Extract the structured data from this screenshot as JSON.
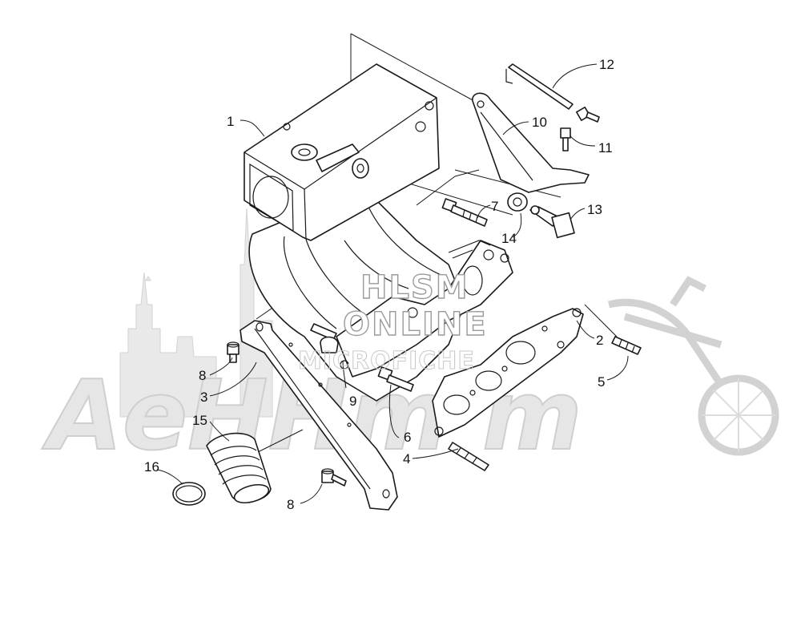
{
  "diagram": {
    "callouts": [
      {
        "id": "1",
        "label": "1"
      },
      {
        "id": "2",
        "label": "2"
      },
      {
        "id": "3",
        "label": "3"
      },
      {
        "id": "4",
        "label": "4"
      },
      {
        "id": "5",
        "label": "5"
      },
      {
        "id": "6",
        "label": "6"
      },
      {
        "id": "7",
        "label": "7"
      },
      {
        "id": "8a",
        "label": "8"
      },
      {
        "id": "8b",
        "label": "8"
      },
      {
        "id": "9",
        "label": "9"
      },
      {
        "id": "10",
        "label": "10"
      },
      {
        "id": "11",
        "label": "11"
      },
      {
        "id": "12",
        "label": "12"
      },
      {
        "id": "13",
        "label": "13"
      },
      {
        "id": "14",
        "label": "14"
      },
      {
        "id": "15",
        "label": "15"
      },
      {
        "id": "16",
        "label": "16"
      }
    ]
  },
  "watermark": {
    "line1": "HLSM",
    "line2": "ONLINE",
    "line3": "MICROFICHE",
    "brand": "AeHHm m"
  },
  "colors": {
    "line": "#1a1a1a",
    "watermark_gray": "#cfcfcf"
  }
}
